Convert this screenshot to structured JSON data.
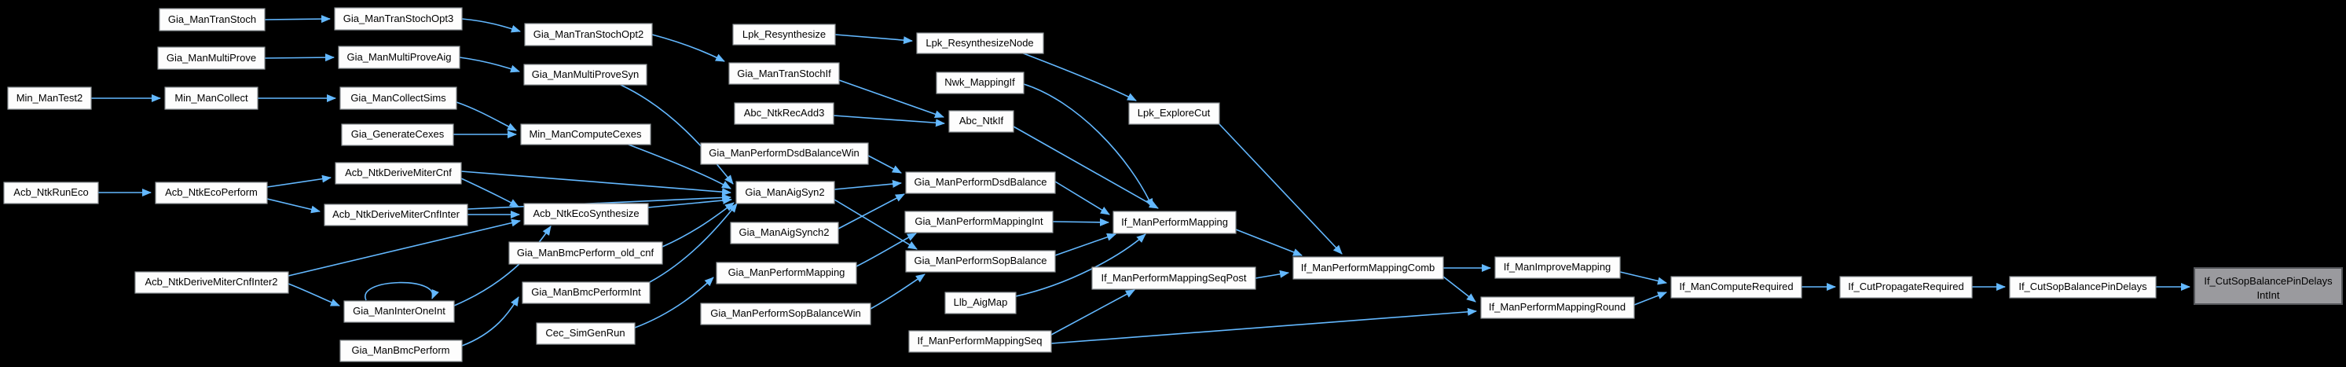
{
  "diagram": {
    "type": "caller-graph",
    "target_function": "If_CutSopBalancePinDelaysIntInt",
    "background_color": "#000000",
    "node_fill": "#fdfdfd",
    "node_border": "#8c9296",
    "highlight_fill": "#9a9a9e",
    "highlight_border": "#54565a",
    "edge_color": "#63b8ff",
    "text_color": "#000000"
  },
  "nodes": [
    {
      "label": "Gia_ManTranStoch"
    },
    {
      "label": "Gia_ManTranStochOpt3"
    },
    {
      "label": "Gia_ManTranStochOpt2"
    },
    {
      "label": "Gia_ManTranStochIf"
    },
    {
      "label": "Gia_ManMultiProve"
    },
    {
      "label": "Gia_ManMultiProveAig"
    },
    {
      "label": "Gia_ManMultiProveSyn"
    },
    {
      "label": "Min_ManTest2"
    },
    {
      "label": "Min_ManCollect"
    },
    {
      "label": "Gia_ManCollectSims"
    },
    {
      "label": "Gia_GenerateCexes"
    },
    {
      "label": "Min_ManComputeCexes"
    },
    {
      "label": "Acb_NtkRunEco"
    },
    {
      "label": "Acb_NtkEcoPerform"
    },
    {
      "label": "Acb_NtkDeriveMiterCnf"
    },
    {
      "label": "Acb_NtkDeriveMiterCnfInter"
    },
    {
      "label": "Acb_NtkDeriveMiterCnfInter2"
    },
    {
      "label": "Acb_NtkEcoSynthesize"
    },
    {
      "label": "Gia_ManInterOneInt"
    },
    {
      "label": "Gia_ManBmcPerform"
    },
    {
      "label": "Gia_ManBmcPerform_old_cnf"
    },
    {
      "label": "Gia_ManBmcPerformInt"
    },
    {
      "label": "Cec_SimGenRun"
    },
    {
      "label": "Lpk_Resynthesize"
    },
    {
      "label": "Lpk_ResynthesizeNode"
    },
    {
      "label": "Nwk_MappingIf"
    },
    {
      "label": "Abc_NtkRecAdd3"
    },
    {
      "label": "Abc_NtkIf"
    },
    {
      "label": "Gia_ManPerformDsdBalanceWin"
    },
    {
      "label": "Gia_ManAigSyn2"
    },
    {
      "label": "Gia_ManAigSynch2"
    },
    {
      "label": "Gia_ManPerformDsdBalance"
    },
    {
      "label": "Gia_ManPerformMapping"
    },
    {
      "label": "Gia_ManPerformMappingInt"
    },
    {
      "label": "Gia_ManPerformSopBalanceWin"
    },
    {
      "label": "Gia_ManPerformSopBalance"
    },
    {
      "label": "Llb_AigMap"
    },
    {
      "label": "If_ManPerformMappingSeq"
    },
    {
      "label": "Lpk_ExploreCut"
    },
    {
      "label": "If_ManPerformMapping"
    },
    {
      "label": "If_ManPerformMappingSeqPost"
    },
    {
      "label": "If_ManPerformMappingComb"
    },
    {
      "label": "If_ManImproveMapping"
    },
    {
      "label": "If_ManPerformMappingRound"
    },
    {
      "label": "If_ManComputeRequired"
    },
    {
      "label": "If_CutPropagateRequired"
    },
    {
      "label": "If_CutSopBalancePinDelays"
    },
    {
      "label": "If_CutSopBalancePinDelays",
      "label2": "IntInt",
      "highlighted": true
    }
  ],
  "edges": [
    {
      "from": "Gia_ManTranStoch",
      "to": "Gia_ManTranStochOpt3"
    },
    {
      "from": "Gia_ManTranStochOpt3",
      "to": "Gia_ManTranStochOpt2"
    },
    {
      "from": "Gia_ManTranStochOpt2",
      "to": "Gia_ManTranStochIf"
    },
    {
      "from": "Gia_ManTranStochIf",
      "to": "Abc_NtkIf"
    },
    {
      "from": "Gia_ManMultiProve",
      "to": "Gia_ManMultiProveAig"
    },
    {
      "from": "Gia_ManMultiProveAig",
      "to": "Gia_ManMultiProveSyn"
    },
    {
      "from": "Gia_ManMultiProveSyn",
      "to": "Gia_ManAigSyn2"
    },
    {
      "from": "Min_ManTest2",
      "to": "Min_ManCollect"
    },
    {
      "from": "Min_ManCollect",
      "to": "Gia_ManCollectSims"
    },
    {
      "from": "Gia_ManCollectSims",
      "to": "Min_ManComputeCexes"
    },
    {
      "from": "Gia_GenerateCexes",
      "to": "Min_ManComputeCexes"
    },
    {
      "from": "Min_ManComputeCexes",
      "to": "Gia_ManAigSyn2"
    },
    {
      "from": "Acb_NtkRunEco",
      "to": "Acb_NtkEcoPerform"
    },
    {
      "from": "Acb_NtkEcoPerform",
      "to": "Acb_NtkDeriveMiterCnf"
    },
    {
      "from": "Acb_NtkEcoPerform",
      "to": "Acb_NtkDeriveMiterCnfInter"
    },
    {
      "from": "Acb_NtkDeriveMiterCnf",
      "to": "Acb_NtkEcoSynthesize"
    },
    {
      "from": "Acb_NtkDeriveMiterCnfInter",
      "to": "Acb_NtkEcoSynthesize"
    },
    {
      "from": "Acb_NtkDeriveMiterCnf",
      "to": "Gia_ManAigSyn2"
    },
    {
      "from": "Acb_NtkDeriveMiterCnfInter",
      "to": "Gia_ManAigSyn2"
    },
    {
      "from": "Gia_ManBmcPerform_old_cnf",
      "to": "Gia_ManAigSyn2"
    },
    {
      "from": "Gia_ManBmcPerformInt",
      "to": "Gia_ManAigSyn2"
    },
    {
      "from": "Acb_NtkDeriveMiterCnfInter2",
      "to": "Acb_NtkEcoSynthesize"
    },
    {
      "from": "Acb_NtkDeriveMiterCnfInter2",
      "to": "Gia_ManInterOneInt"
    },
    {
      "from": "Gia_ManInterOneInt",
      "to": "Gia_ManInterOneInt"
    },
    {
      "from": "Gia_ManInterOneInt",
      "to": "Acb_NtkEcoSynthesize"
    },
    {
      "from": "Gia_ManBmcPerform",
      "to": "Gia_ManBmcPerformInt"
    },
    {
      "from": "Cec_SimGenRun",
      "to": "Gia_ManPerformMapping"
    },
    {
      "from": "Lpk_Resynthesize",
      "to": "Lpk_ResynthesizeNode"
    },
    {
      "from": "Lpk_ResynthesizeNode",
      "to": "Lpk_ExploreCut"
    },
    {
      "from": "Nwk_MappingIf",
      "to": "If_ManPerformMapping"
    },
    {
      "from": "Abc_NtkRecAdd3",
      "to": "Abc_NtkIf"
    },
    {
      "from": "Abc_NtkIf",
      "to": "If_ManPerformMapping"
    },
    {
      "from": "Gia_ManPerformDsdBalanceWin",
      "to": "Gia_ManPerformDsdBalance"
    },
    {
      "from": "Gia_ManAigSyn2",
      "to": "Gia_ManPerformDsdBalance"
    },
    {
      "from": "Gia_ManAigSynch2",
      "to": "Gia_ManPerformDsdBalance"
    },
    {
      "from": "Gia_ManAigSyn2",
      "to": "Gia_ManPerformSopBalance"
    },
    {
      "from": "Gia_ManPerformSopBalanceWin",
      "to": "Gia_ManPerformSopBalance"
    },
    {
      "from": "Gia_ManPerformMapping",
      "to": "Gia_ManPerformMappingInt"
    },
    {
      "from": "Gia_ManPerformDsdBalance",
      "to": "If_ManPerformMapping"
    },
    {
      "from": "Gia_ManPerformMappingInt",
      "to": "If_ManPerformMapping"
    },
    {
      "from": "Gia_ManPerformSopBalance",
      "to": "If_ManPerformMapping"
    },
    {
      "from": "Llb_AigMap",
      "to": "If_ManPerformMapping"
    },
    {
      "from": "If_ManPerformMappingSeq",
      "to": "If_ManPerformMappingSeqPost"
    },
    {
      "from": "If_ManPerformMappingSeq",
      "to": "If_ManPerformMappingRound"
    },
    {
      "from": "If_ManPerformMapping",
      "to": "If_ManPerformMappingComb"
    },
    {
      "from": "Lpk_ExploreCut",
      "to": "If_ManPerformMappingComb"
    },
    {
      "from": "If_ManPerformMappingSeqPost",
      "to": "If_ManPerformMappingComb"
    },
    {
      "from": "If_ManPerformMappingComb",
      "to": "If_ManImproveMapping"
    },
    {
      "from": "If_ManPerformMappingComb",
      "to": "If_ManPerformMappingRound"
    },
    {
      "from": "If_ManImproveMapping",
      "to": "If_ManComputeRequired"
    },
    {
      "from": "If_ManPerformMappingRound",
      "to": "If_ManComputeRequired"
    },
    {
      "from": "If_ManComputeRequired",
      "to": "If_CutPropagateRequired"
    },
    {
      "from": "If_CutPropagateRequired",
      "to": "If_CutSopBalancePinDelays"
    },
    {
      "from": "If_CutSopBalancePinDelays",
      "to": "If_CutSopBalancePinDelaysIntInt"
    },
    {
      "from": "Acb_NtkEcoSynthesize",
      "to": "Gia_ManAigSyn2"
    }
  ]
}
